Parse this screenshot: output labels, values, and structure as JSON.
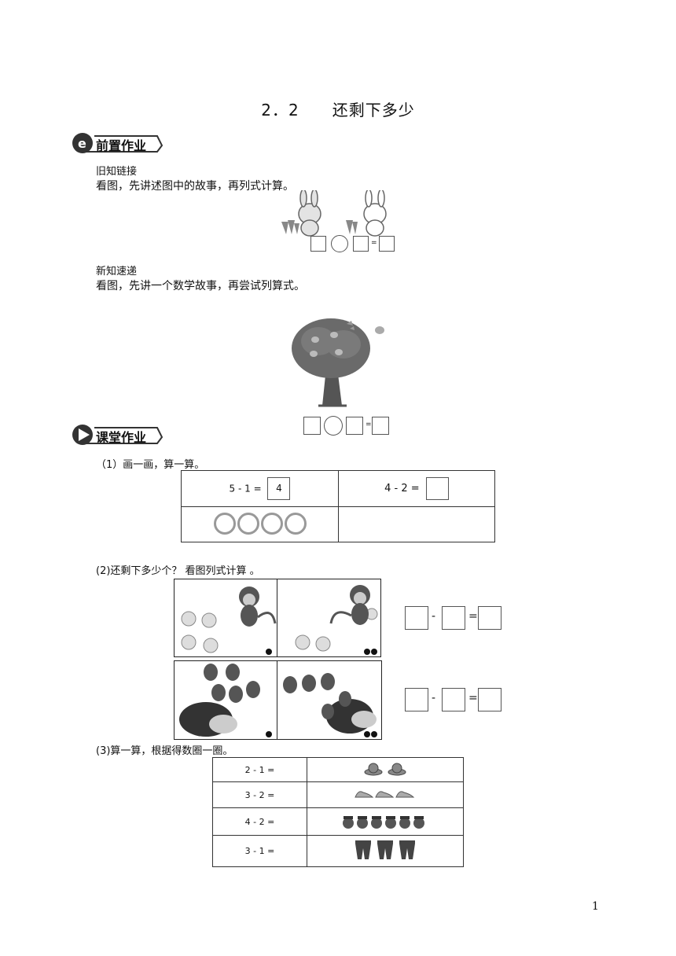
{
  "title": "2．2　　还剩下多少",
  "section1": {
    "badge": "前置作业",
    "old_label": "旧知链接",
    "old_instruction": "看图，先讲述图中的故事，再列式计算。",
    "new_label": "新知速递",
    "new_instruction": "看图，先讲一个数学故事，再尝试列算式。",
    "eq_sign": "="
  },
  "section2": {
    "badge": "课堂作业",
    "q1": {
      "prompt": "（1）画一画，算一算。",
      "left_expr": "5 - 1 =",
      "left_answer": "4",
      "right_expr": "4 - 2 =",
      "circles_drawn": 4
    },
    "q2": {
      "prompt": "(2)还剩下多少个？ 看图列式计算 。",
      "minus": "-",
      "equals": "="
    },
    "q3": {
      "prompt": "(3)算一算，根据得数圈一圈。",
      "rows": [
        {
          "expr": "2 - 1 =",
          "item": "hat",
          "count": 2
        },
        {
          "expr": "3 - 2 =",
          "item": "shoe",
          "count": 3
        },
        {
          "expr": "4 - 2 =",
          "item": "acorn",
          "count": 6
        },
        {
          "expr": "3 - 1 =",
          "item": "pants",
          "count": 3
        }
      ]
    }
  },
  "page_number": "1"
}
